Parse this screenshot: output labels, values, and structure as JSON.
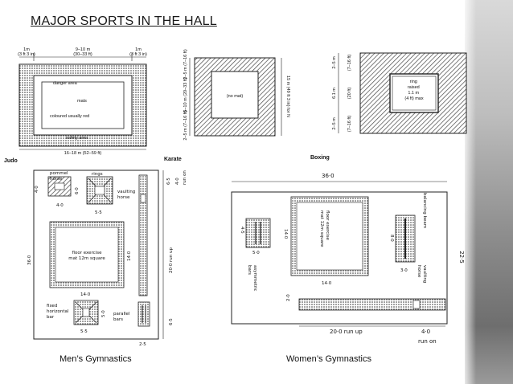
{
  "slide": {
    "title": "MAJOR SPORTS IN THE HALL",
    "caption_men": "Men’s Gymnastics",
    "caption_women": "Women’s Gymnastics"
  },
  "judo": {
    "label": "Judo",
    "top_left": "1m\n(3 ft 3 in)",
    "top_mid": "9–10 m\n(30–33 ft)",
    "top_right": "1m\n(3 ft 3 in)",
    "danger": "danger area",
    "mats": "mats",
    "coloured": "coloured usually red",
    "safety": "safety area",
    "bottom": "16–18 m (52–59 ft)"
  },
  "karate": {
    "label": "Karate",
    "no_mat": "(no mat)",
    "dim_top": "2–5 m (7–16 ft)",
    "dim_mid": "6–10 m (20–33 ft)",
    "dim_bot": "2–5 m (7–16 ft)",
    "dim_total": "15 m (49 ft 3 in) for N"
  },
  "boxing": {
    "label": "Boxing",
    "ring": "ring\nraised\n1.1 m\n(4 ft) max",
    "dim_top": "2–5 m",
    "dim_top_ft": "(7–16 ft)",
    "dim_mid": "6.1 m",
    "dim_mid_ft": "(20 ft)",
    "dim_bot": "2–5 m",
    "dim_bot_ft": "(7–16 ft)"
  },
  "mens": {
    "pommel": "pommel\nhorse",
    "rings": "rings",
    "vaulting": "vaulting\nhorse",
    "floor": "floor exercise\nmat 12m square",
    "fixed_bar": "fixed\nhorizontal\nbar",
    "parallel": "parallel\nbars",
    "d_40a": "4·0",
    "d_40b": "4·0",
    "d_60": "6·0",
    "d_55a": "5·5",
    "d_140a": "14·0",
    "d_140b": "14·0",
    "d_360": "36·0",
    "d_50": "5·0",
    "d_55b": "5·5",
    "d_25": "2·5",
    "d_65a": "6·5",
    "d_65b": "6·5",
    "d_40c": "4·0",
    "run_on": "run on",
    "run_up": "20·0 run up"
  },
  "womens": {
    "floor": "floor exercise\nmat 12m square",
    "balancing": "balancing beam",
    "vaulting": "vaulting\nhorse",
    "asym": "asymmetric\nbars",
    "d_360": "36·0",
    "d_225": "22·5",
    "d_45": "4·5",
    "d_50": "5·0",
    "d_140a": "14·0",
    "d_140b": "14·0",
    "d_80": "8·0",
    "d_30": "3·0",
    "d_20": "2·0",
    "run_up": "20·0 run up",
    "d_40": "4·0",
    "run_on": "run on"
  },
  "colors": {
    "ink": "#1a1a1a",
    "hatch": "#b5b5b5",
    "side_art": "#8f8f8f"
  }
}
